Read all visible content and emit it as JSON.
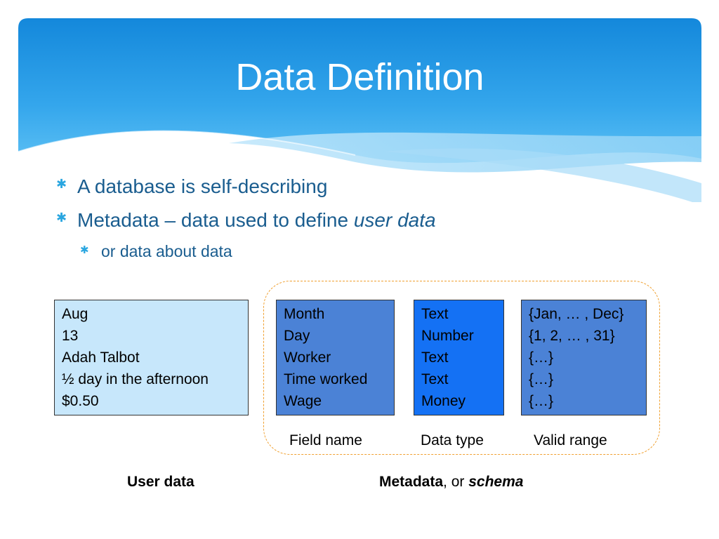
{
  "title": "Data Definition",
  "bullets": [
    {
      "text": "A database is self-describing"
    },
    {
      "text_before": "Metadata – data used to define ",
      "text_emphasis": "user data"
    }
  ],
  "sub_bullets": [
    {
      "text": "or data about data"
    }
  ],
  "user_data_box": [
    "Aug",
    "13",
    "Adah Talbot",
    "½ day in the afternoon",
    "$0.50"
  ],
  "field_name_box": [
    "Month",
    "Day",
    "Worker",
    "Time worked",
    "Wage"
  ],
  "data_type_box": [
    "Text",
    "Number",
    "Text",
    "Text",
    "Money"
  ],
  "valid_range_box": [
    "{Jan, … , Dec}",
    "{1, 2, … , 31}",
    "{…}",
    "{…}",
    "{…}"
  ],
  "captions": {
    "field_name": "Field name",
    "data_type": "Data type",
    "valid_range": "Valid range"
  },
  "labels": {
    "user_data": "User data",
    "metadata_bold": "Metadata",
    "metadata_mid": ", or ",
    "metadata_schema": "schema"
  },
  "colors": {
    "header_blue": "#2a9ee6",
    "bullet_text": "#1a5d8f",
    "bullet_mark": "#2aa6e0",
    "user_box": "#c7e7fb",
    "field_box": "#4b82d6",
    "type_box": "#1471f4",
    "range_box": "#4b82d6",
    "dashed_border": "#f0a030"
  }
}
